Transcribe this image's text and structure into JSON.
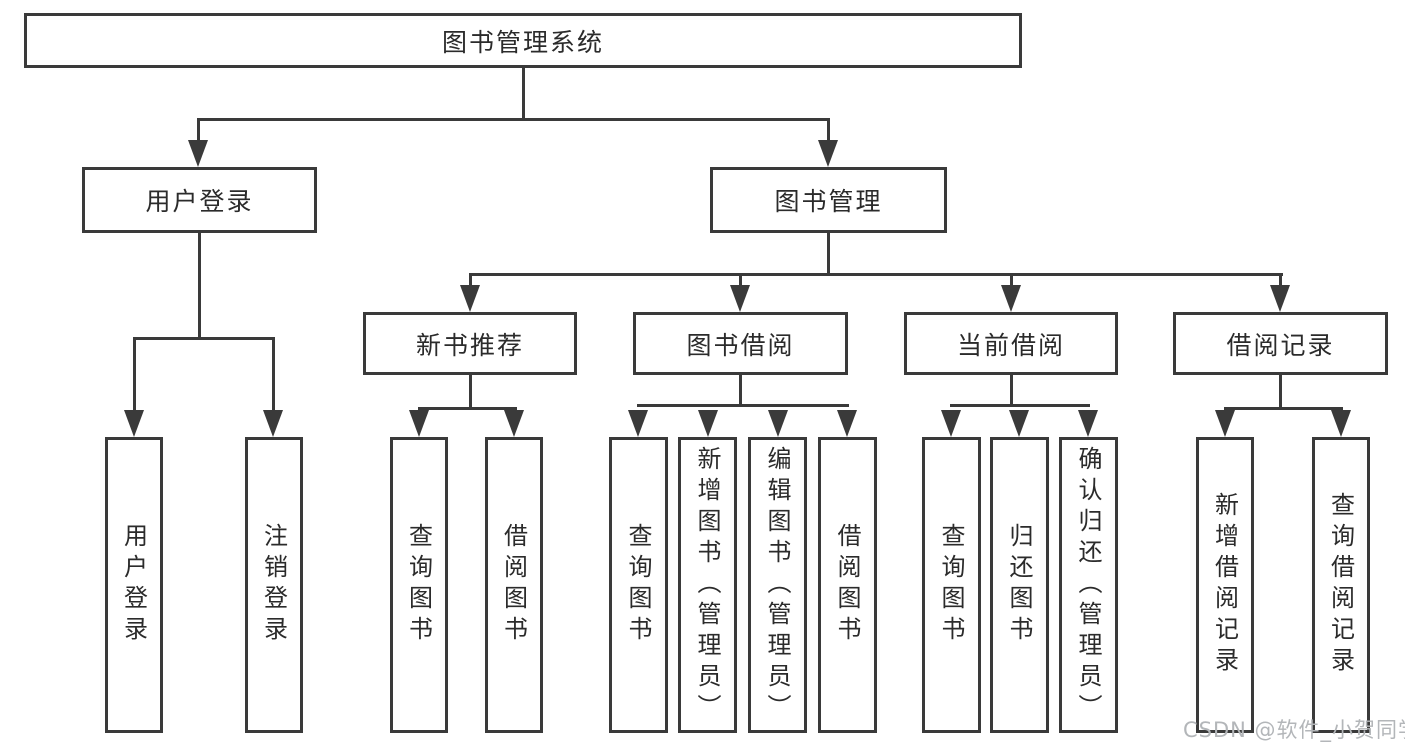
{
  "title": "图书管理系统",
  "watermark": "CSDN @软件_小贺同学",
  "colors": {
    "line": "#3a3a3a",
    "text": "#2b2b2b",
    "watermark_text": "#b3b6b9",
    "background": "#ffffff"
  },
  "branches": [
    {
      "label": "用户登录",
      "children": [
        {
          "label": "用户登录"
        },
        {
          "label": "注销登录"
        }
      ]
    },
    {
      "label": "图书管理",
      "children": [
        {
          "label": "新书推荐",
          "children": [
            {
              "label": "查询图书"
            },
            {
              "label": "借阅图书"
            }
          ]
        },
        {
          "label": "图书借阅",
          "children": [
            {
              "label": "查询图书"
            },
            {
              "label": "新增图书（管理员）"
            },
            {
              "label": "编辑图书（管理员）"
            },
            {
              "label": "借阅图书"
            }
          ]
        },
        {
          "label": "当前借阅",
          "children": [
            {
              "label": "查询图书"
            },
            {
              "label": "归还图书"
            },
            {
              "label": "确认归还（管理员）"
            }
          ]
        },
        {
          "label": "借阅记录",
          "children": [
            {
              "label": "新增借阅记录"
            },
            {
              "label": "查询借阅记录"
            }
          ]
        }
      ]
    }
  ]
}
